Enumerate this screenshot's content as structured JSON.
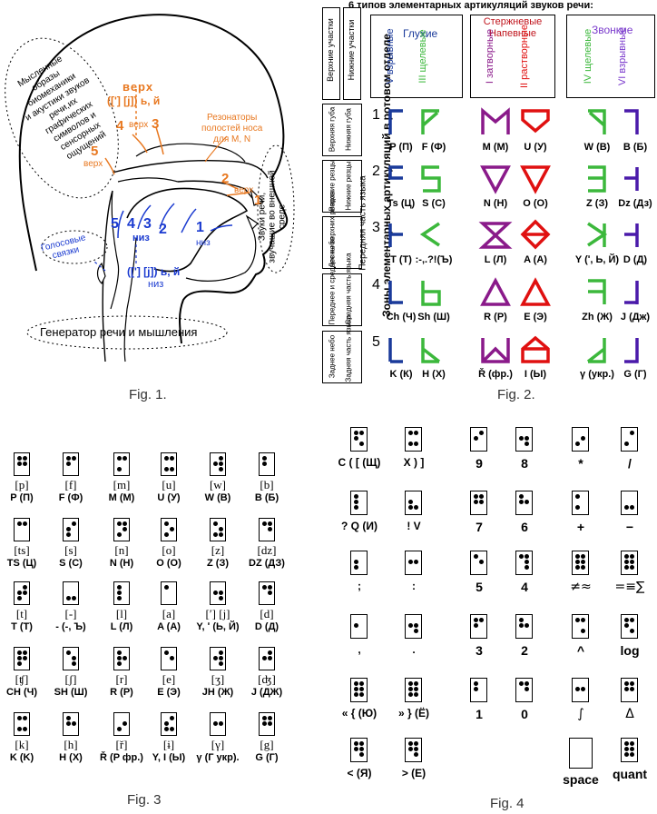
{
  "fig1": {
    "caption": "Fig. 1.",
    "thought": [
      "Мысленные",
      "образы биомеханики",
      "и акустики звуков",
      "речи,их графических",
      "символов и сенсорных",
      "ощущений"
    ],
    "verh_top": "верх",
    "ij_top": "([ʹ] [j]) ь, й",
    "n3": "3",
    "n4": "4",
    "verh_small": "верх",
    "n5": "5",
    "verh5": "верх",
    "n2": "2",
    "verh2": "верх",
    "n1": "1",
    "resonators": [
      "Резонаторы",
      "полостей носа",
      "для M, N"
    ],
    "sounds_outside": [
      "Звуки речи,",
      "звучащие во внешней",
      "среде"
    ],
    "blue_nums": [
      "5",
      "4",
      "3",
      "2"
    ],
    "niz": "низ",
    "blue_1": "1",
    "niz1": "низ",
    "vocal": [
      "Голосовые",
      "связки"
    ],
    "ij_bottom": "([ʹ] [j]) ь, й",
    "niz_bottom": "низ",
    "generator": "Генератор речи и мышления"
  },
  "fig2": {
    "caption": "Fig. 2.",
    "title": "6 типов элементарных артикуляций звуков речи:",
    "zones_vertical": "Зоны элементарных артикуляций в ротовом отделе",
    "upper": "Верхние участки",
    "lower": "Нижние участки",
    "front_tongue": "Передняя часть языка",
    "groups": [
      {
        "name": "Глухие",
        "color": "#1a3a9a",
        "types": [
          {
            "num": "V",
            "name": "взрывные",
            "color": "#1a3a9a"
          },
          {
            "num": "III",
            "name": "щелевые",
            "color": "#3cb83c"
          }
        ]
      },
      {
        "name": "Стержневые Напевные",
        "color": "#c0141c",
        "types": [
          {
            "num": "I",
            "name": "затворные",
            "color": "#8a1a8a"
          },
          {
            "num": "II",
            "name": "растворные",
            "color": "#e01010"
          }
        ]
      },
      {
        "name": "Звонкие",
        "color": "#7a3acc",
        "types": [
          {
            "num": "IV",
            "name": "щелевые",
            "color": "#3cb83c"
          },
          {
            "num": "VI",
            "name": "взрывные",
            "color": "#7a3acc"
          }
        ]
      }
    ],
    "rows": [
      {
        "num": "1",
        "zone": [
          "Верхняя губа",
          "Нижняя губа"
        ],
        "labels": [
          "P (П)",
          "F (Ф)",
          "M (М)",
          "U (У)",
          "W (В)",
          "B (Б)"
        ]
      },
      {
        "num": "2",
        "zone": [
          "Верхние резцы",
          "Нижние резцы"
        ],
        "labels": [
          "Ts (Ц)",
          "S (С)",
          "N (Н)",
          "O (О)",
          "Z (З)",
          "Dz (Дз)"
        ]
      },
      {
        "num": "3",
        "zone": [
          "Десны верхних резцов"
        ],
        "labels": [
          "T (Т)",
          ":-,.?!(Ъ)",
          "L (Л)",
          "A (А)",
          "Y (ʹ, Ь, Й)",
          "D (Д)"
        ]
      },
      {
        "num": "4",
        "zone": [
          "Переднее и среднее небо",
          "Средняя часть языка"
        ],
        "labels": [
          "Ch (Ч)",
          "Sh (Ш)",
          "R (Р)",
          "E (Э)",
          "Zh (Ж)",
          "J (Дж)"
        ]
      },
      {
        "num": "5",
        "zone": [
          "Заднее небо",
          "Задняя часть языка"
        ],
        "labels": [
          "K (К)",
          "H (Х)",
          "Ř (фр.)",
          "I (Ы)",
          "γ (укр.)",
          "G (Г)"
        ]
      }
    ]
  },
  "fig3": {
    "caption": "Fig. 3",
    "rows": [
      {
        "ipa": [
          "[p]",
          "[f]",
          "[m]",
          "[u]",
          "[w]",
          "[b]"
        ],
        "labels": [
          "P (П)",
          "F (Ф)",
          "M (М)",
          "U (У)",
          "W (В)",
          "B (Б)"
        ]
      },
      {
        "ipa": [
          "[ts]",
          "[s]",
          "[n]",
          "[o]",
          "[z]",
          "[dz]"
        ],
        "labels": [
          "TS (Ц)",
          "S (С)",
          "N (Н)",
          "O (О)",
          "Z (З)",
          "DZ (ДЗ)"
        ]
      },
      {
        "ipa": [
          "[t]",
          "[-]",
          "[l]",
          "[a]",
          "[ʹ] [j]",
          "[d]"
        ],
        "labels": [
          "T (T)",
          "- (-, Ъ)",
          "L (Л)",
          "A (A)",
          "Y, ʹ (Ь, Й)",
          "D (Д)"
        ]
      },
      {
        "ipa": [
          "[ʧ]",
          "[ʃ]",
          "[r]",
          "[e]",
          "[ʒ]",
          "[ʤ]"
        ],
        "labels": [
          "CH (Ч)",
          "SH (Ш)",
          "R (Р)",
          "E (Э)",
          "JH (Ж)",
          "J (ДЖ)"
        ]
      },
      {
        "ipa": [
          "[k]",
          "[h]",
          "[ř]",
          "[ɨ]",
          "[γ]",
          "[g]"
        ],
        "labels": [
          "K (K)",
          "H (X)",
          "Ř (P фр.)",
          "Y, I (Ы)",
          "γ (Г укр).",
          "G (Г)"
        ]
      }
    ]
  },
  "fig4": {
    "caption": "Fig. 4",
    "cols": [
      [
        "С ( [ (Щ)",
        "? Q (И)",
        ";",
        ",",
        "« { (Ю)",
        "< (Я)"
      ],
      [
        "X ) ]",
        "! V",
        ":",
        ".",
        "» } (Ё)",
        "> (Е)"
      ],
      [
        "9",
        "7",
        "5",
        "3",
        "1"
      ],
      [
        "8",
        "6",
        "4",
        "2",
        "0"
      ],
      [
        "*",
        "+",
        "≠≈",
        "^",
        "∫",
        "space"
      ],
      [
        "/",
        "−",
        "=≡∑",
        "log",
        "Δ",
        "quant"
      ]
    ]
  }
}
